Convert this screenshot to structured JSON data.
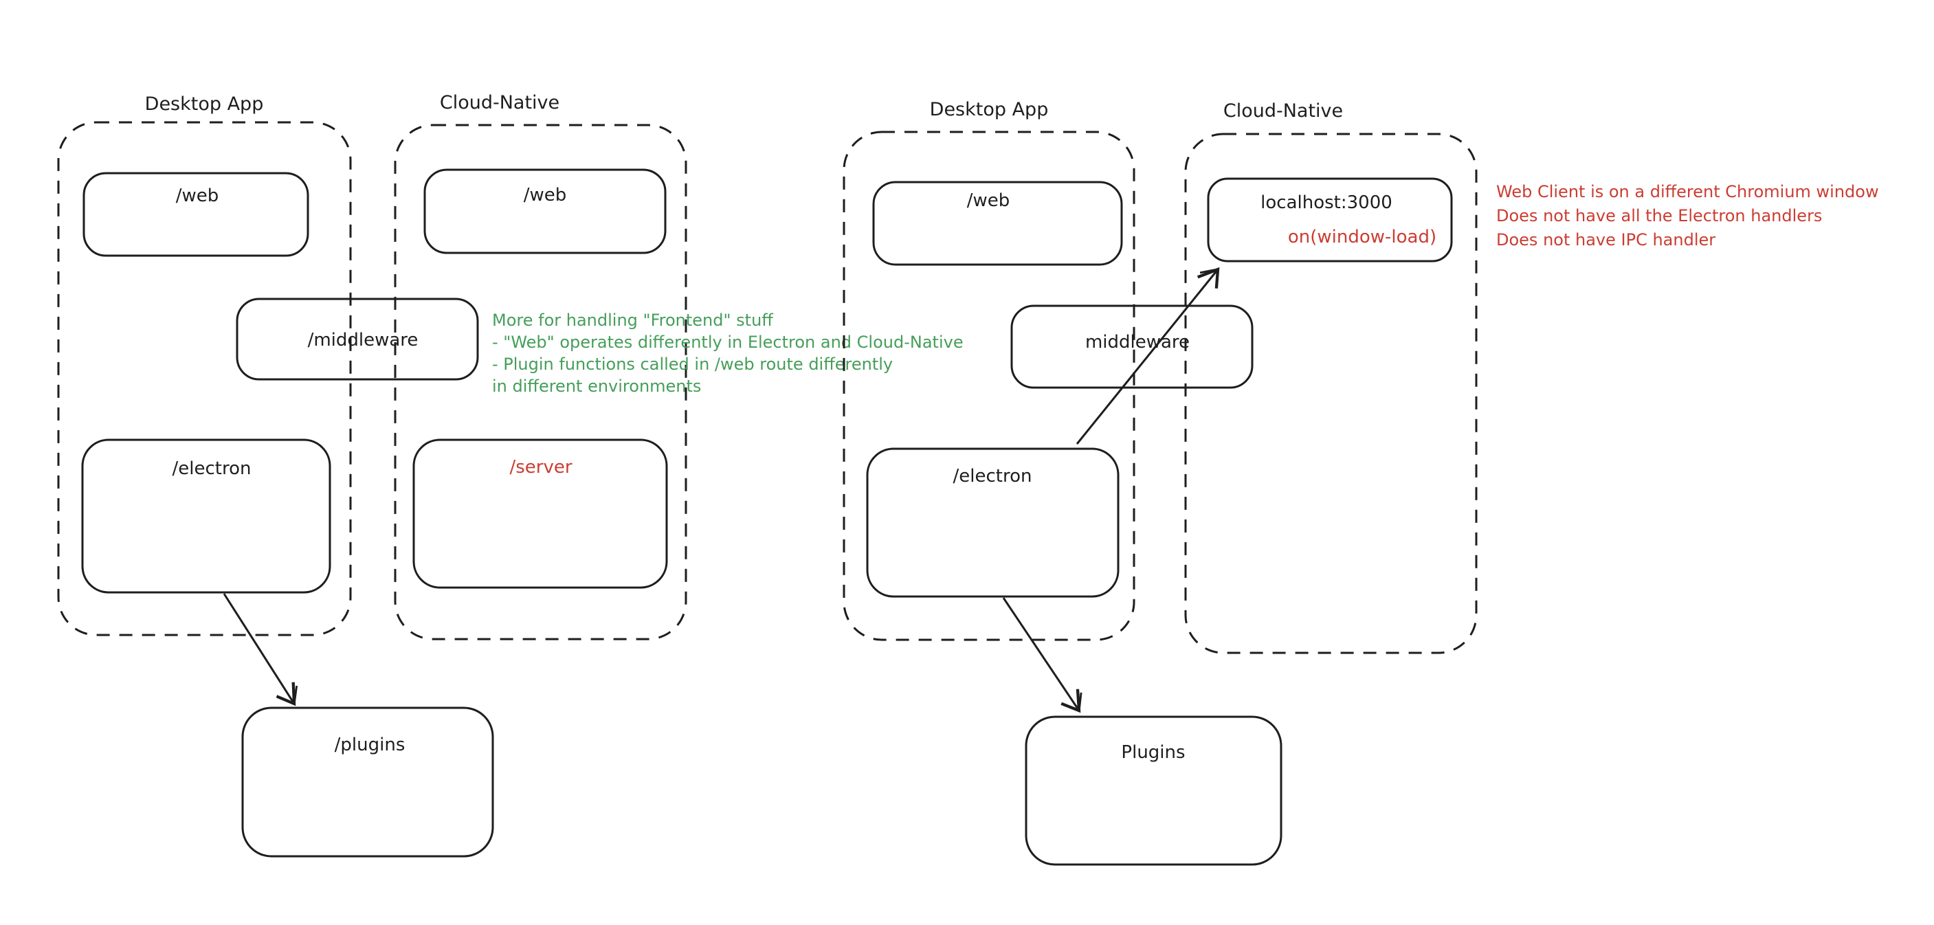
{
  "colors": {
    "stroke": "#1e1e1e",
    "red": "#cb3d32",
    "green": "#469e5a",
    "background": "#ffffff"
  },
  "left_diagram": {
    "desktop": {
      "title": "Desktop App",
      "web_label": "/web",
      "electron_label": "/electron"
    },
    "cloud": {
      "title": "Cloud-Native",
      "web_label": "/web",
      "server_label": "/server"
    },
    "middleware_label": "/middleware",
    "plugins_label": "/plugins",
    "green_note": [
      "More for handling \"Frontend\" stuff",
      "- \"Web\" operates differently in Electron and Cloud-Native",
      "- Plugin functions called in /web route differently",
      "in different environments"
    ]
  },
  "right_diagram": {
    "desktop": {
      "title": "Desktop App",
      "web_label": "/web",
      "electron_label": "/electron"
    },
    "cloud": {
      "title": "Cloud-Native",
      "localhost_label": "localhost:3000",
      "window_load_label": "on(window-load)"
    },
    "middleware_label": "middleware",
    "plugins_label": "Plugins",
    "red_note": [
      "Web Client is on a different Chromium window",
      "Does not have all the Electron handlers",
      "Does not have IPC handler"
    ]
  }
}
